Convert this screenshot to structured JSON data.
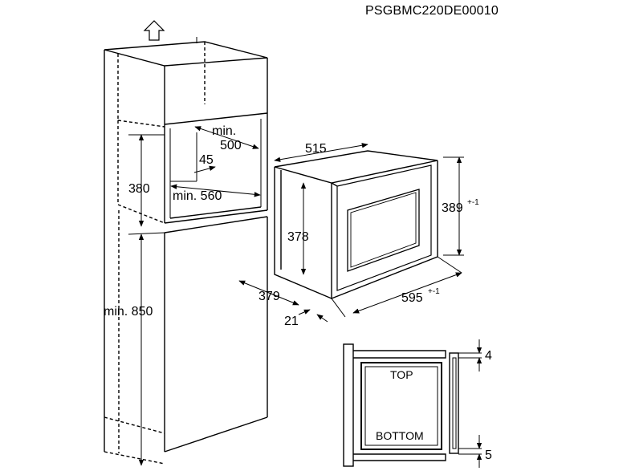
{
  "document_code": "PSGBMC220DE00010",
  "cabinet_dims": {
    "min_depth_line1": "min.",
    "min_depth_line2": "500",
    "vent_gap": "45",
    "niche_height": "380",
    "min_width": "min. 560",
    "min_floor_height": "min. 850"
  },
  "appliance_dims": {
    "depth": "515",
    "body_height": "378",
    "front_height": "389",
    "front_height_tol": "+-1",
    "side_depth": "379",
    "front_width": "595",
    "front_width_tol": "+-1",
    "frame_thickness": "21"
  },
  "section_detail": {
    "top_label": "TOP",
    "bottom_label": "BOTTOM",
    "top_gap": "4",
    "bottom_gap": "5"
  }
}
